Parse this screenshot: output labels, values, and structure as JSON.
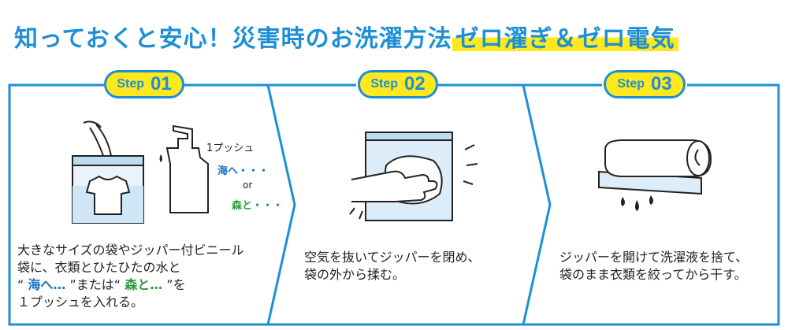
{
  "title": {
    "main": "知っておくと安心！災害時のお洗濯方法",
    "highlight": "ゼロ濯ぎ＆ゼロ電気"
  },
  "steps": [
    {
      "step_word": "Step",
      "step_num": "01",
      "push_label": "1プッシュ",
      "umi_label": "海へ・・・",
      "or_label": "or",
      "mori_label": "森と・・・",
      "line1": "大きなサイズの袋やジッパー付ビニール",
      "line2": "袋に、衣類とひたひたの水と",
      "q_open_1": "“",
      "umi_inline": "海へ…",
      "q_close_1": "”または“",
      "mori_inline": "森と…",
      "q_close_2": "”を",
      "line4": "１プッシュを入れる。"
    },
    {
      "step_word": "Step",
      "step_num": "02",
      "line1": "空気を抜いてジッパーを閉め、",
      "line2": "袋の外から揉む。"
    },
    {
      "step_word": "Step",
      "step_num": "03",
      "line1": "ジッパーを開けて洗濯液を捨て、",
      "line2": "袋のまま衣類を絞ってから干す。"
    }
  ],
  "colors": {
    "accent": "#1d8fd6",
    "highlight": "#ffe81c",
    "umi": "#1a73c6",
    "mori": "#2c9a3a"
  }
}
